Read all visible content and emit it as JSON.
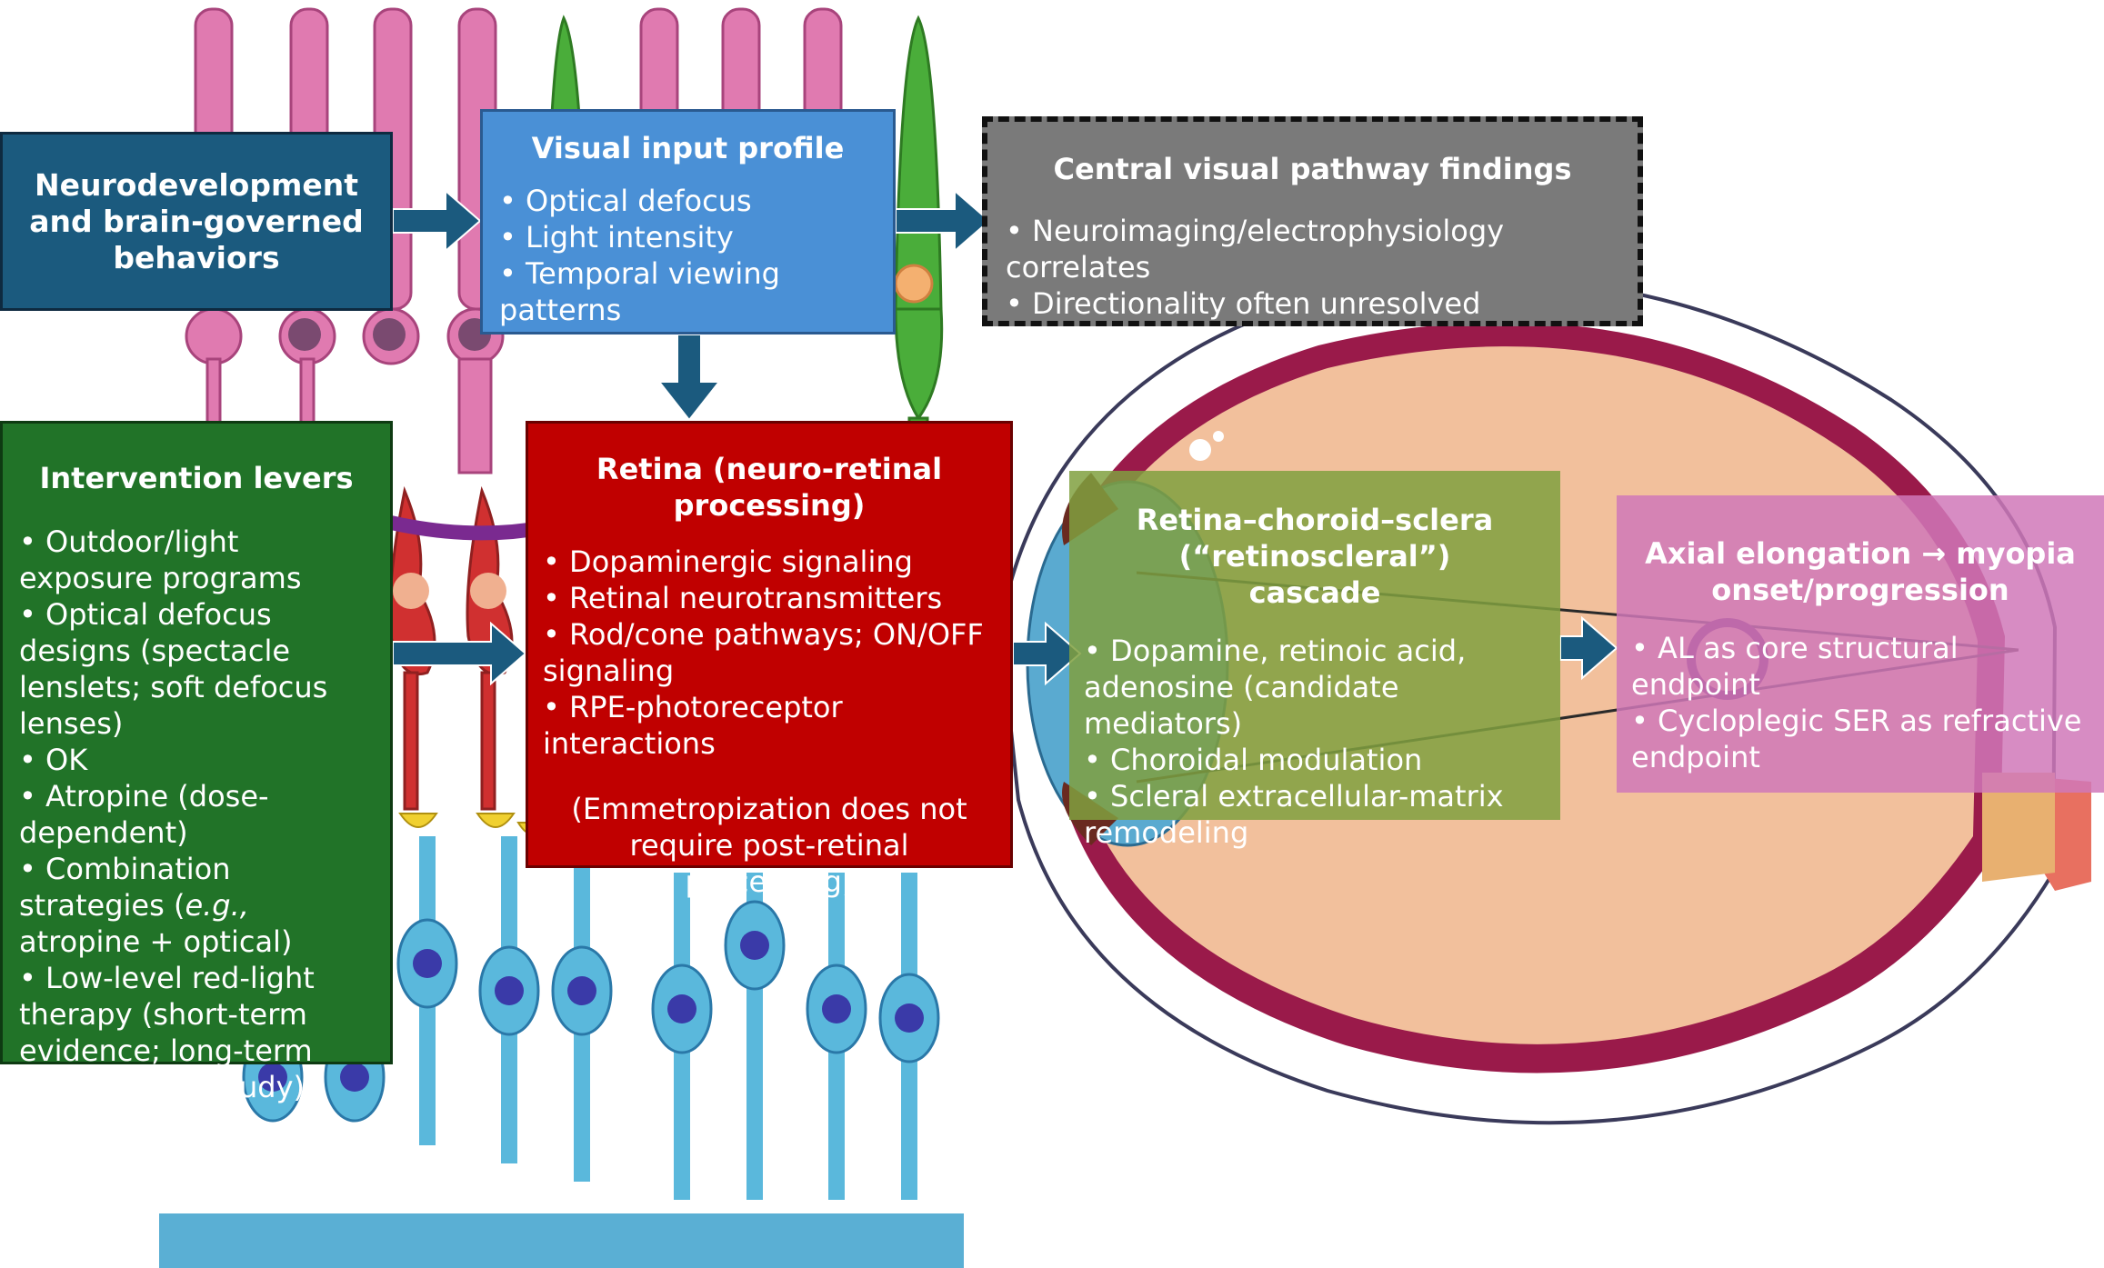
{
  "boxes": {
    "neuro": {
      "title": "Neurodevelopment and brain-governed behaviors"
    },
    "visual": {
      "title": "Visual input profile",
      "items": [
        "Optical defocus",
        "Light intensity",
        "Temporal viewing patterns"
      ]
    },
    "central": {
      "title": "Central visual pathway findings",
      "items": [
        "Neuroimaging/electrophysiology correlates",
        "Directionality often unresolved"
      ]
    },
    "intervention": {
      "title": "Intervention levers",
      "items": [
        "Outdoor/light exposure programs",
        "Optical defocus designs (spectacle lenslets; soft defocus lenses)",
        "OK",
        "Atropine (dose-dependent)",
        "Low-level red-light therapy (short-term evidence; long-term safety under study)"
      ],
      "combo": {
        "pre": "Combination strategies (",
        "em": "e.g.,",
        "post": " atropine + optical)"
      }
    },
    "retina": {
      "title": "Retina (neuro-retinal processing)",
      "items": [
        "Dopaminergic signaling",
        "Retinal neurotransmitters",
        "Rod/cone pathways; ON/OFF signaling",
        "RPE-photoreceptor interactions"
      ],
      "note": "(Emmetropization does not require post-retinal processing)"
    },
    "cascade": {
      "title": "Retina–choroid–sclera (“retinoscleral”) cascade",
      "items": [
        "Dopamine, retinoic acid, adenosine (candidate mediators)",
        "Choroidal modulation",
        "Scleral extracellular-matrix remodeling"
      ]
    },
    "axial": {
      "title": "Axial elongation → myopia onset/progression",
      "items": [
        "AL as core structural endpoint",
        "Cycloplegic SER as refractive endpoint"
      ]
    }
  },
  "colors": {
    "neuro": "#1b5a7e",
    "visual": "#4a90d6",
    "central": "#7a7a7a",
    "intervention": "#217328",
    "retina": "#c00000",
    "cascade": "#80a040",
    "axial": "#d078b8",
    "arrow": "#1b5a7e"
  }
}
